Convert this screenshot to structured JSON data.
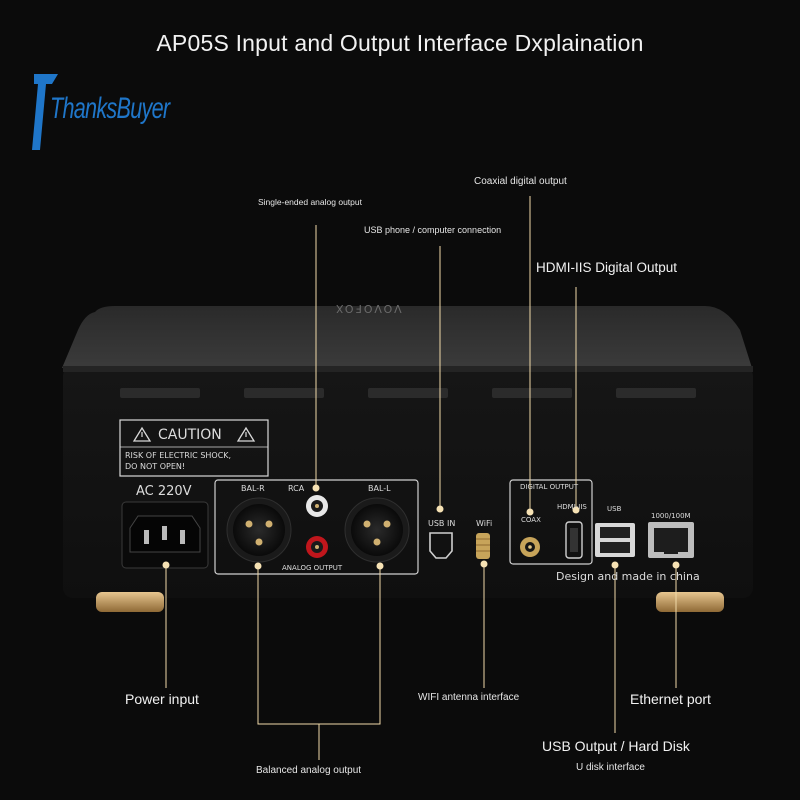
{
  "title": "AP05S Input and Output Interface Dxplaination",
  "logo": {
    "text": "ThanksBuyer"
  },
  "device": {
    "top_brand": "VOVOFOX",
    "caution": {
      "heading": "CAUTION",
      "line1": "RISK OF ELECTRIC SHOCK,",
      "line2": "DO NOT OPEN!"
    },
    "ac_label": "AC 220V",
    "panel_labels": {
      "bal_r": "BAL-R",
      "rca": "RCA",
      "bal_l": "BAL-L",
      "analog_output": "ANALOG OUTPUT",
      "usb_in": "USB IN",
      "wifi": "WiFi",
      "digital_output": "DIGITAL OUTPUT",
      "coax": "COAX",
      "hdmi_iis": "HDMI-IIS",
      "usb": "USB",
      "lan": "1000/100M"
    },
    "made_in": "Design and made in china"
  },
  "callouts": {
    "single_ended": "Single-ended analog output",
    "coaxial": "Coaxial digital output",
    "usb_phone": "USB phone / computer connection",
    "hdmi_iis": "HDMI-IIS Digital Output",
    "power_input": "Power input",
    "wifi_antenna": "WIFI antenna interface",
    "ethernet": "Ethernet port",
    "usb_output": "USB Output / Hard Disk",
    "u_disk": "U disk interface",
    "balanced": "Balanced analog output"
  },
  "colors": {
    "background": "#0b0b0b",
    "callout_line": "#f0d9a8",
    "dot": "#f6e2b4",
    "logo_blue": "#1f76c9",
    "gold": "#c9a040"
  }
}
